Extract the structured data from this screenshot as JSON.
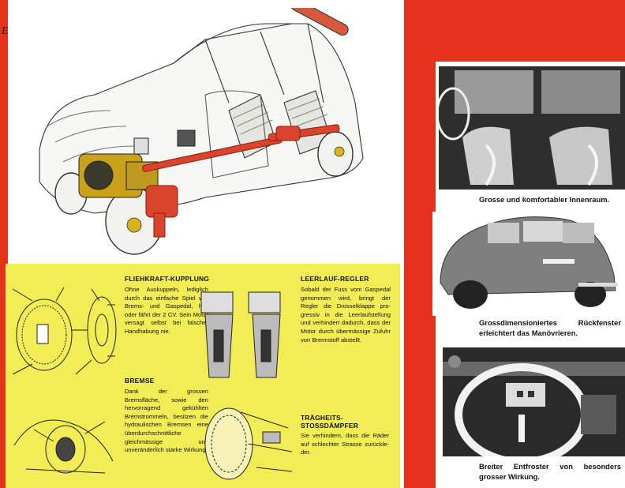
{
  "page": {
    "corner_letter": "E"
  },
  "sections": {
    "clutch": {
      "title": "FLIEHKRAFT-KUPPLUNG",
      "text": "Ohne Auskuppeln, ledi­glich durch das ein­fache Spiel von Brems- und Gaspedal, hält oder fährt der 2 CV. Sein Motor versagt selbst bei falscher Handha­bung nie."
    },
    "idle": {
      "title": "LEERLAUF-REGLER",
      "text": "Sobald der Fuss vom Gaspedal genommen wird, bringt der Regler die Drosselklappe pro­gressiv in die Leerlauf­stellung und verhindert dadurch, dass der Mo­tor durch übermässige Zufuhr von Brennstoff abstellt."
    },
    "brake": {
      "title": "BREMSE",
      "text": "Dank der grossen Bremsfläche, sowie den hervorragend gekühlten Bremstrommeln, besit­zen die hydraulischen Bremsen eine über­durchschnittliche gleichmässige und unveränderlich starke Wirkung."
    },
    "damper": {
      "title_line1": "TRÄGHEITS-",
      "title_line2": "STOSSDÄMPFER",
      "text": "Sie verhindern, dass die Räder auf schlech­ter Strasse zurückle­der."
    }
  },
  "photos": {
    "interior_caption": "Grosse und komfortabler Innenraum.",
    "rear_caption": "Grossdimensioniertes Rückfenster erleichtert das Manövrieren.",
    "dash_caption": "Breiter Entfroster von besonders grosser Wirkung."
  }
}
